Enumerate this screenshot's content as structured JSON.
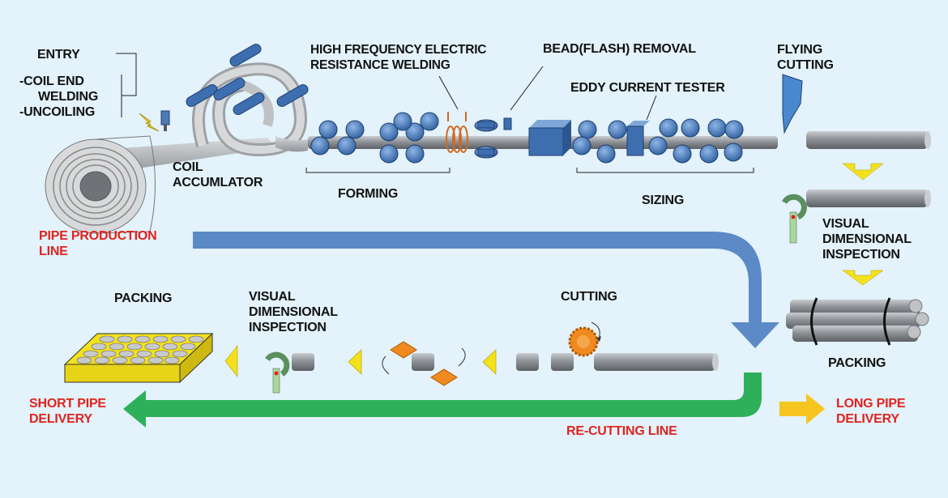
{
  "labels": {
    "entry": "ENTRY",
    "coil_end_welding_1": "-COIL END",
    "coil_end_welding_2": "WELDING",
    "uncoiling": "-UNCOILING",
    "hf_welding_1": "HIGH FREQUENCY ELECTRIC",
    "hf_welding_2": "RESISTANCE WELDING",
    "bead_removal": "BEAD(FLASH) REMOVAL",
    "flying_cutting_1": "FLYING",
    "flying_cutting_2": "CUTTING",
    "eddy_current": "EDDY CURRENT TESTER",
    "coil_accumulator_1": "COIL",
    "coil_accumulator_2": "ACCUMLATOR",
    "forming": "FORMING",
    "sizing": "SIZING",
    "visual_inspection_right_1": "VISUAL",
    "visual_inspection_right_2": "DIMENSIONAL",
    "visual_inspection_right_3": "INSPECTION",
    "pipe_production_line_1": "PIPE PRODUCTION",
    "pipe_production_line_2": "LINE",
    "packing_left": "PACKING",
    "visual_inspection_left_1": "VISUAL",
    "visual_inspection_left_2": "DIMENSIONAL",
    "visual_inspection_left_3": "INSPECTION",
    "cutting": "CUTTING",
    "packing_right": "PACKING",
    "short_pipe_delivery_1": "SHORT PIPE",
    "short_pipe_delivery_2": "DELIVERY",
    "re_cutting_line": "RE-CUTTING LINE",
    "long_pipe_delivery_1": "LONG PIPE",
    "long_pipe_delivery_2": "DELIVERY"
  },
  "colors": {
    "background": "#e3f2fb",
    "production_arrow": "#5b8ac6",
    "recutting_arrow": "#2eb05a",
    "flow_arrow": "#f3e11c",
    "delivery_arrow": "#f6c51f",
    "roller": "#3d6fb0",
    "pipe": "#8f9397",
    "label_red": "#e0231d"
  }
}
